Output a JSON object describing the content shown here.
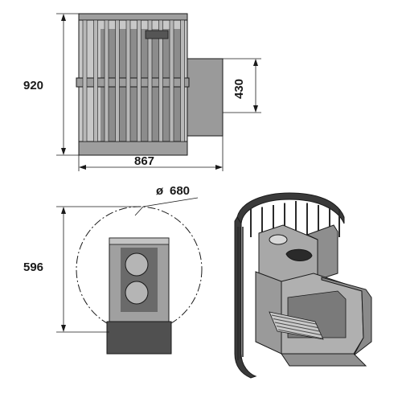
{
  "dimensions": {
    "height_total": "920",
    "width_total": "867",
    "chimney_height": "430",
    "diameter_prefix": "ø",
    "diameter": "680",
    "base_depth": "596"
  },
  "colors": {
    "line": "#1a1a1a",
    "body_light": "#a9a9a9",
    "body_mid": "#8c8c8c",
    "body_dark": "#5e5e5e",
    "base_dark": "#4a4a4a",
    "background": "#ffffff"
  }
}
